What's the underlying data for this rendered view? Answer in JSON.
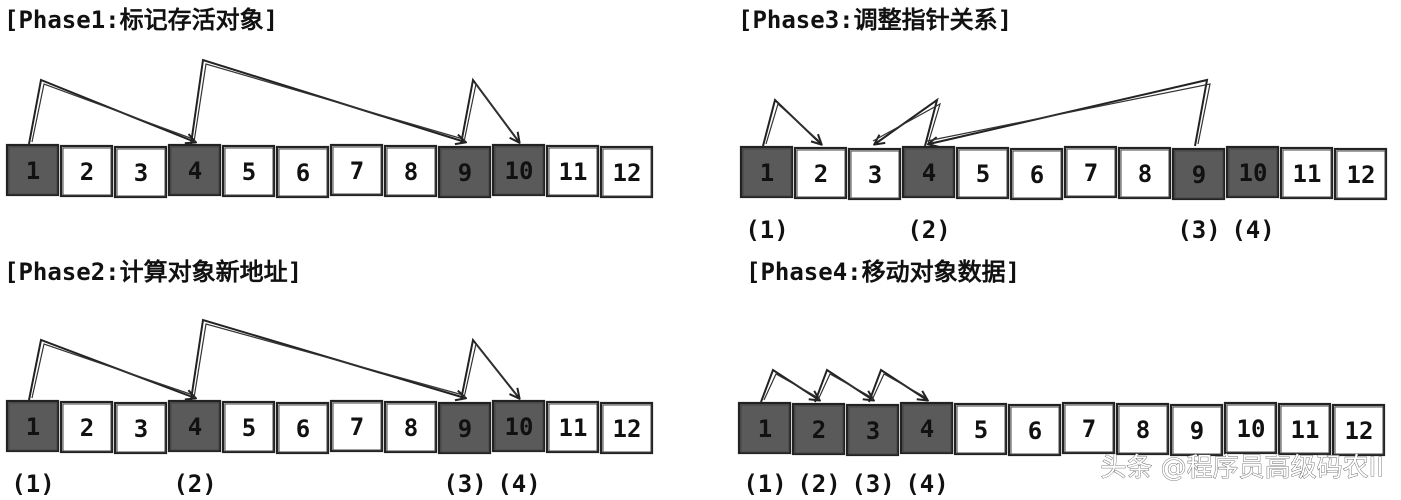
{
  "colors": {
    "marked": "#5a5a5a",
    "unmarked": "#ffffff",
    "stroke": "#222222"
  },
  "watermark": "头条 @程序员高级码农II",
  "phases": [
    {
      "id": "phase1",
      "title": "[Phase1:标记存活对象]",
      "cells": [
        "1",
        "2",
        "3",
        "4",
        "5",
        "6",
        "7",
        "8",
        "9",
        "10",
        "11",
        "12"
      ],
      "marked": [
        1,
        4,
        9,
        10
      ],
      "markers": [],
      "arrows": [
        [
          1,
          4
        ],
        [
          4,
          9
        ],
        [
          9,
          10
        ]
      ]
    },
    {
      "id": "phase3",
      "title": "[Phase3:调整指针关系]",
      "cells": [
        "1",
        "2",
        "3",
        "4",
        "5",
        "6",
        "7",
        "8",
        "9",
        "10",
        "11",
        "12"
      ],
      "marked": [
        1,
        4,
        9,
        10
      ],
      "markers": [
        {
          "cell": 1,
          "text": "(1)"
        },
        {
          "cell": 4,
          "text": "(2)"
        },
        {
          "cell": 9,
          "text": "(3)"
        },
        {
          "cell": 10,
          "text": "(4)"
        }
      ],
      "arrows": [
        [
          1,
          2
        ],
        [
          4,
          3
        ],
        [
          9,
          4
        ]
      ]
    },
    {
      "id": "phase2",
      "title": "[Phase2:计算对象新地址]",
      "cells": [
        "1",
        "2",
        "3",
        "4",
        "5",
        "6",
        "7",
        "8",
        "9",
        "10",
        "11",
        "12"
      ],
      "marked": [
        1,
        4,
        9,
        10
      ],
      "markers": [
        {
          "cell": 1,
          "text": "(1)"
        },
        {
          "cell": 4,
          "text": "(2)"
        },
        {
          "cell": 9,
          "text": "(3)"
        },
        {
          "cell": 10,
          "text": "(4)"
        }
      ],
      "arrows": [
        [
          1,
          4
        ],
        [
          4,
          9
        ],
        [
          9,
          10
        ]
      ]
    },
    {
      "id": "phase4",
      "title": "[Phase4:移动对象数据]",
      "cells": [
        "1",
        "2",
        "3",
        "4",
        "5",
        "6",
        "7",
        "8",
        "9",
        "10",
        "11",
        "12"
      ],
      "marked": [
        1,
        2,
        3,
        4
      ],
      "markers": [
        {
          "cell": 1,
          "text": "(1)"
        },
        {
          "cell": 2,
          "text": "(2)"
        },
        {
          "cell": 3,
          "text": "(3)"
        },
        {
          "cell": 4,
          "text": "(4)"
        }
      ],
      "arrows": [
        [
          1,
          2
        ],
        [
          2,
          3
        ],
        [
          3,
          4
        ]
      ]
    }
  ]
}
